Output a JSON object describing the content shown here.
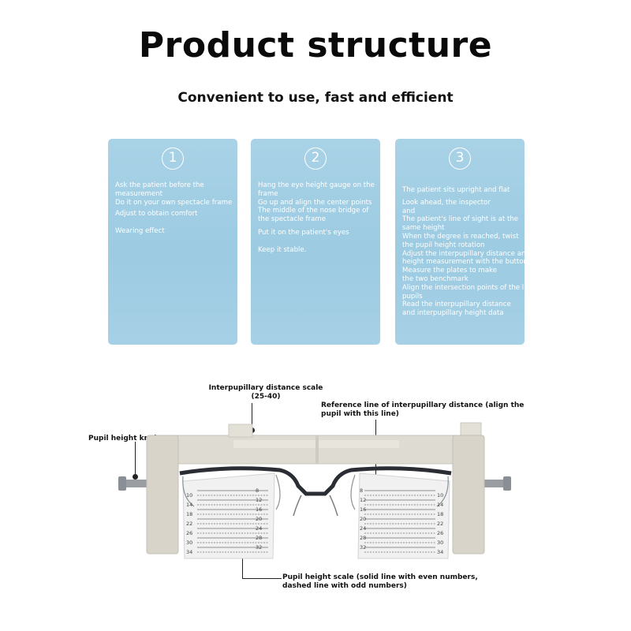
{
  "header": {
    "title": "Product structure",
    "subtitle": "Convenient to use, fast and efficient"
  },
  "cards": [
    {
      "number": "1",
      "lines": [
        "Ask the patient before the measurement",
        "Do it on your own spectacle frame",
        "Adjust to obtain comfort",
        "Wearing effect"
      ]
    },
    {
      "number": "2",
      "lines": [
        "Hang the eye height gauge on the frame",
        "Go up and align the center points",
        "The middle of the nose bridge of the spectacle frame",
        "Put it on the patient's eyes",
        "Keep it stable."
      ]
    },
    {
      "number": "3",
      "lines": [
        "The patient sits upright and flat",
        "Look ahead, the inspector and",
        "The patient's line of sight is at the same height",
        "When the degree is reached, twist the pupil height rotation",
        "Adjust the interpupillary distance and interpupillary height measurement with the button",
        "Measure the plates to make the two benchmark",
        "Align the intersection points of the lines with the pupils",
        "Read the interpupillary distance and interpupillary height data"
      ]
    }
  ],
  "callouts": {
    "ipd_scale": "Interpupillary distance scale (25-40)",
    "ipd_reference": "Reference line of interpupillary distance (align the pupil with this line)",
    "pupil_knob": "Pupil height knob",
    "pupil_scale": "Pupil height scale (solid line with even numbers, dashed line with odd numbers)"
  },
  "scale_numbers": {
    "left": [
      "10",
      "14",
      "18",
      "22",
      "26",
      "30",
      "34"
    ],
    "left_inner": [
      "8",
      "12",
      "16",
      "20",
      "24",
      "28",
      "32"
    ],
    "right": [
      "10",
      "14",
      "18",
      "22",
      "26",
      "30",
      "34"
    ],
    "right_inner": [
      "8",
      "12",
      "16",
      "20",
      "24",
      "28",
      "32"
    ]
  },
  "colors": {
    "card_bg": "#a3cfe4",
    "card_text": "#ffffff",
    "device": "#d9d6cc",
    "frame": "#2a2d33"
  }
}
